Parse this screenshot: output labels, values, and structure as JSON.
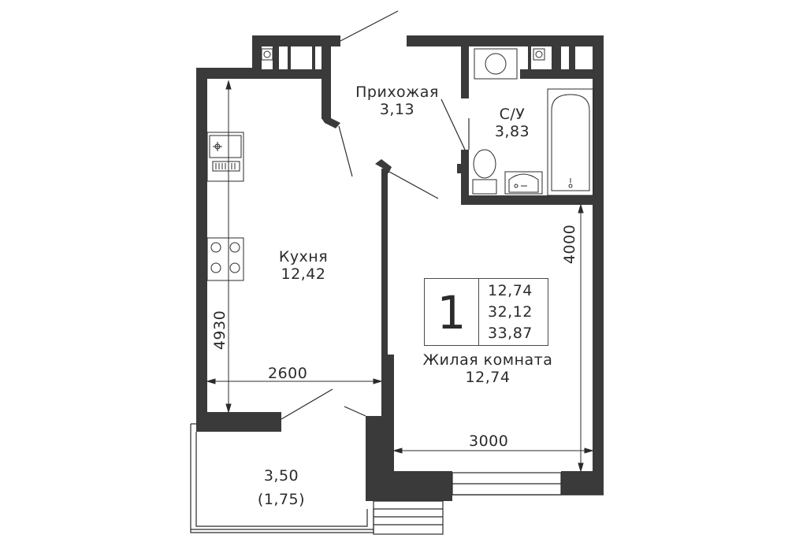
{
  "rooms": {
    "hallway": {
      "name": "Прихожая",
      "area": "3,13"
    },
    "bathroom": {
      "name": "С/У",
      "area": "3,83"
    },
    "kitchen": {
      "name": "Кухня",
      "area": "12,42"
    },
    "living": {
      "name": "Жилая комната",
      "area": "12,74"
    },
    "balcony": {
      "area": "3,50",
      "area_reduced": "(1,75)"
    }
  },
  "dimensions": {
    "kitchen_length": "4930",
    "kitchen_width": "2600",
    "living_length": "4000",
    "living_width": "3000"
  },
  "summary": {
    "rooms_count": "1",
    "living_area": "12,74",
    "total_area": "32,12",
    "total_area_with_balcony": "33,87"
  },
  "colors": {
    "wall": "#3a3a3a",
    "line": "#2b2b2b",
    "background": "#ffffff"
  }
}
